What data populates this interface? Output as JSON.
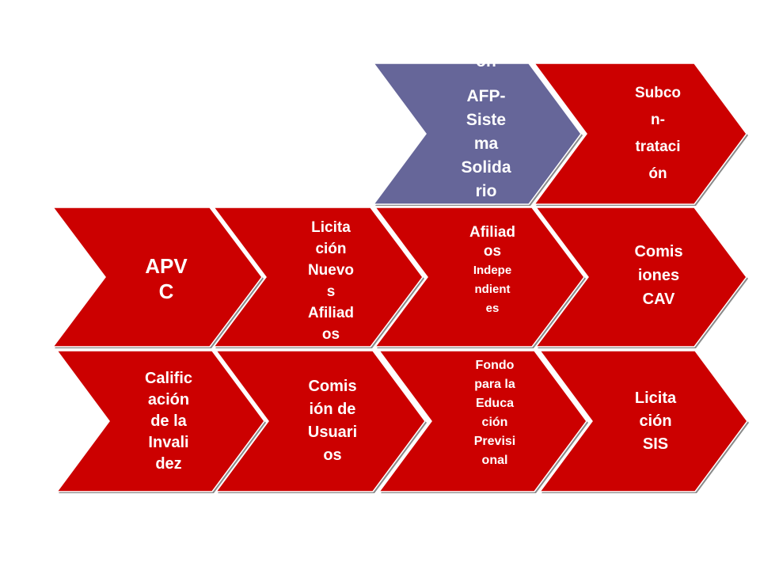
{
  "colors": {
    "red": "#cc0000",
    "slate_blue": "#666699",
    "edge_shadow": "#8a8a8a",
    "text": "#ffffff"
  },
  "rows": [
    {
      "items": [
        {
          "lines": [
            "ón",
            "AFP-",
            "Siste",
            "ma",
            "Solida",
            "rio"
          ],
          "color": "slate_blue"
        },
        {
          "lines": [
            "Subco",
            "n-",
            "trataci",
            "ón"
          ],
          "color": "red"
        }
      ]
    },
    {
      "items": [
        {
          "lines": [
            "APV",
            "C"
          ],
          "color": "red"
        },
        {
          "lines": [
            "Licita",
            "ción",
            "Nuevo",
            "s",
            "Afiliad",
            "os"
          ],
          "color": "red"
        },
        {
          "lines": [
            "Afiliad",
            "os",
            "Indepe",
            "ndient",
            "es"
          ],
          "color": "red"
        },
        {
          "lines": [
            "Comis",
            "iones",
            "CAV"
          ],
          "color": "red"
        }
      ]
    },
    {
      "items": [
        {
          "lines": [
            "Calific",
            "ación",
            "de la",
            "Invali",
            "dez"
          ],
          "color": "red"
        },
        {
          "lines": [
            "Comis",
            "ión de",
            "Usuari",
            "os"
          ],
          "color": "red"
        },
        {
          "lines": [
            "Fondo",
            "para la",
            "Educa",
            "ción",
            "Previsi",
            "onal"
          ],
          "color": "red"
        },
        {
          "lines": [
            "Licita",
            "ción",
            "SIS"
          ],
          "color": "red"
        }
      ]
    }
  ]
}
